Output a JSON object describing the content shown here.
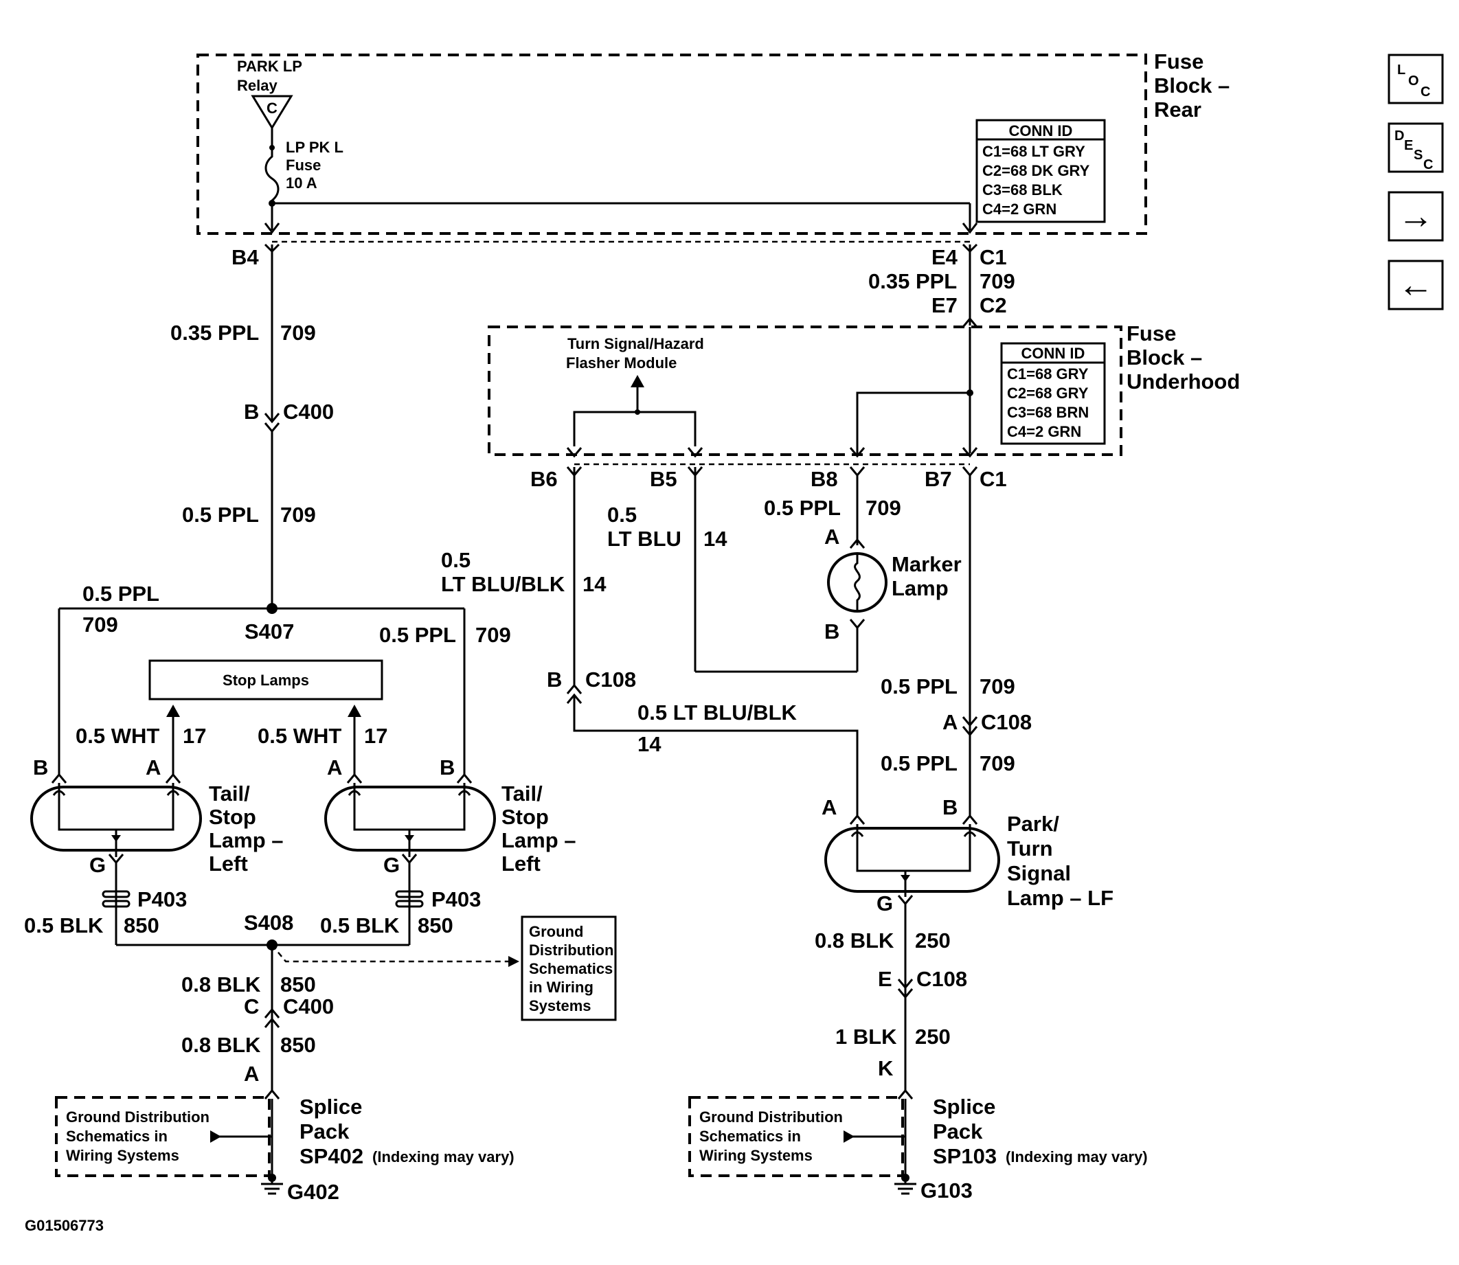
{
  "fuse_block_rear": {
    "title_lines": [
      "Fuse",
      "Block –",
      "Rear"
    ],
    "relay_lines": [
      "PARK LP",
      "Relay"
    ],
    "relay_letter": "C",
    "fuse_lines": [
      "LP PK L",
      "Fuse",
      "10 A"
    ],
    "conn_id_title": "CONN ID",
    "conn_id_rows": [
      "C1=68 LT GRY",
      "C2=68 DK GRY",
      "C3=68 BLK",
      "C4=2 GRN"
    ]
  },
  "fuse_block_underhood": {
    "title_lines": [
      "Fuse",
      "Block –",
      "Underhood"
    ],
    "module_lines": [
      "Turn Signal/Hazard",
      "Flasher Module"
    ],
    "conn_id_title": "CONN ID",
    "conn_id_rows": [
      "C1=68 GRY",
      "C2=68 GRY",
      "C3=68 BRN",
      "C4=2 GRN"
    ]
  },
  "labels": {
    "b4": "B4",
    "e4": "E4",
    "c1_top": "C1",
    "wire_035ppl_right": "0.35 PPL",
    "circuit_709_right": "709",
    "e7": "E7",
    "c2": "C2",
    "wire_035ppl_left": "0.35 PPL",
    "circuit_709_left": "709",
    "c400_pin_b": "B",
    "c400_top": "C400",
    "wire_05ppl_main": "0.5 PPL",
    "circuit_709_main": "709",
    "wire_05ppl_leftbranch": "0.5 PPL",
    "circuit_709_leftbranch": "709",
    "s407": "S407",
    "wire_05ppl_rightbranch": "0.5 PPL",
    "circuit_709_rightbranch": "709",
    "stop_lamps": "Stop Lamps",
    "wht_left": "0.5 WHT",
    "circuit_17_left": "17",
    "wht_right": "0.5 WHT",
    "circuit_17_right": "17",
    "lampL1_pin_b": "B",
    "lampL1_pin_a": "A",
    "lampL2_pin_a": "A",
    "lampL2_pin_b": "B",
    "lampL1_name": [
      "Tail/",
      "Stop",
      "Lamp –",
      "Left"
    ],
    "lampL2_name": [
      "Tail/",
      "Stop",
      "Lamp –",
      "Left"
    ],
    "lampL1_pin_g": "G",
    "lampL2_pin_g": "G",
    "p403_left": "P403",
    "p403_right": "P403",
    "blk_left": "0.5 BLK",
    "circuit_850_left": "850",
    "s408": "S408",
    "blk_right": "0.5 BLK",
    "circuit_850_right": "850",
    "ground_ref_box": [
      "Ground",
      "Distribution",
      "Schematics",
      "in Wiring",
      "Systems"
    ],
    "blk08_a": "0.8 BLK",
    "circuit_850_a": "850",
    "c400_pin_c": "C",
    "c400_bottom": "C400",
    "blk08_b": "0.8 BLK",
    "circuit_850_b": "850",
    "sp402_pin_a": "A",
    "splice_left_lines": [
      "Splice",
      "Pack"
    ],
    "sp402": "SP402",
    "indexing_left": "(Indexing may vary)",
    "ground_box_left": [
      "Ground Distribution",
      "Schematics in",
      "Wiring Systems"
    ],
    "g402": "G402",
    "b6": "B6",
    "b5": "B5",
    "b8": "B8",
    "b7": "B7",
    "c1_mid": "C1",
    "ltblu_gauge": "0.5",
    "ltblu_color": "LT BLU",
    "circuit_14_ltblu": "14",
    "ltblublk_gauge": "0.5",
    "ltblublk_color": "LT BLU/BLK",
    "circuit_14_ltblublk": "14",
    "marker_wire": "0.5 PPL",
    "marker_circuit": "709",
    "marker_pin_a": "A",
    "marker_pin_b": "B",
    "marker_name": [
      "Marker",
      "Lamp"
    ],
    "c108_pin_b": "B",
    "c108_left": "C108",
    "ltblublk_lower": "0.5 LT BLU/BLK",
    "circuit_14_lower": "14",
    "ppl_right_a": "0.5 PPL",
    "circuit_709_ra": "709",
    "c108_pin_a": "A",
    "c108_right": "C108",
    "ppl_right_b": "0.5 PPL",
    "circuit_709_rb": "709",
    "park_pin_a": "A",
    "park_pin_b": "B",
    "park_name": [
      "Park/",
      "Turn",
      "Signal",
      "Lamp – LF"
    ],
    "park_pin_g": "G",
    "blk08_right": "0.8 BLK",
    "circuit_250_a": "250",
    "c108_pin_e": "E",
    "c108_lower": "C108",
    "blk1_right": "1 BLK",
    "circuit_250_b": "250",
    "sp103_pin_k": "K",
    "splice_right_lines": [
      "Splice",
      "Pack"
    ],
    "sp103": "SP103",
    "indexing_right": "(Indexing may vary)",
    "ground_box_right": [
      "Ground Distribution",
      "Schematics in",
      "Wiring Systems"
    ],
    "g103": "G103",
    "figure_id": "G01506773"
  },
  "nav": {
    "loc": {
      "l": "L",
      "o": "O",
      "c": "C"
    },
    "desc": {
      "d": "D",
      "e": "E",
      "s": "S",
      "c": "C"
    },
    "forward_arrow": "→",
    "back_arrow": "←"
  }
}
